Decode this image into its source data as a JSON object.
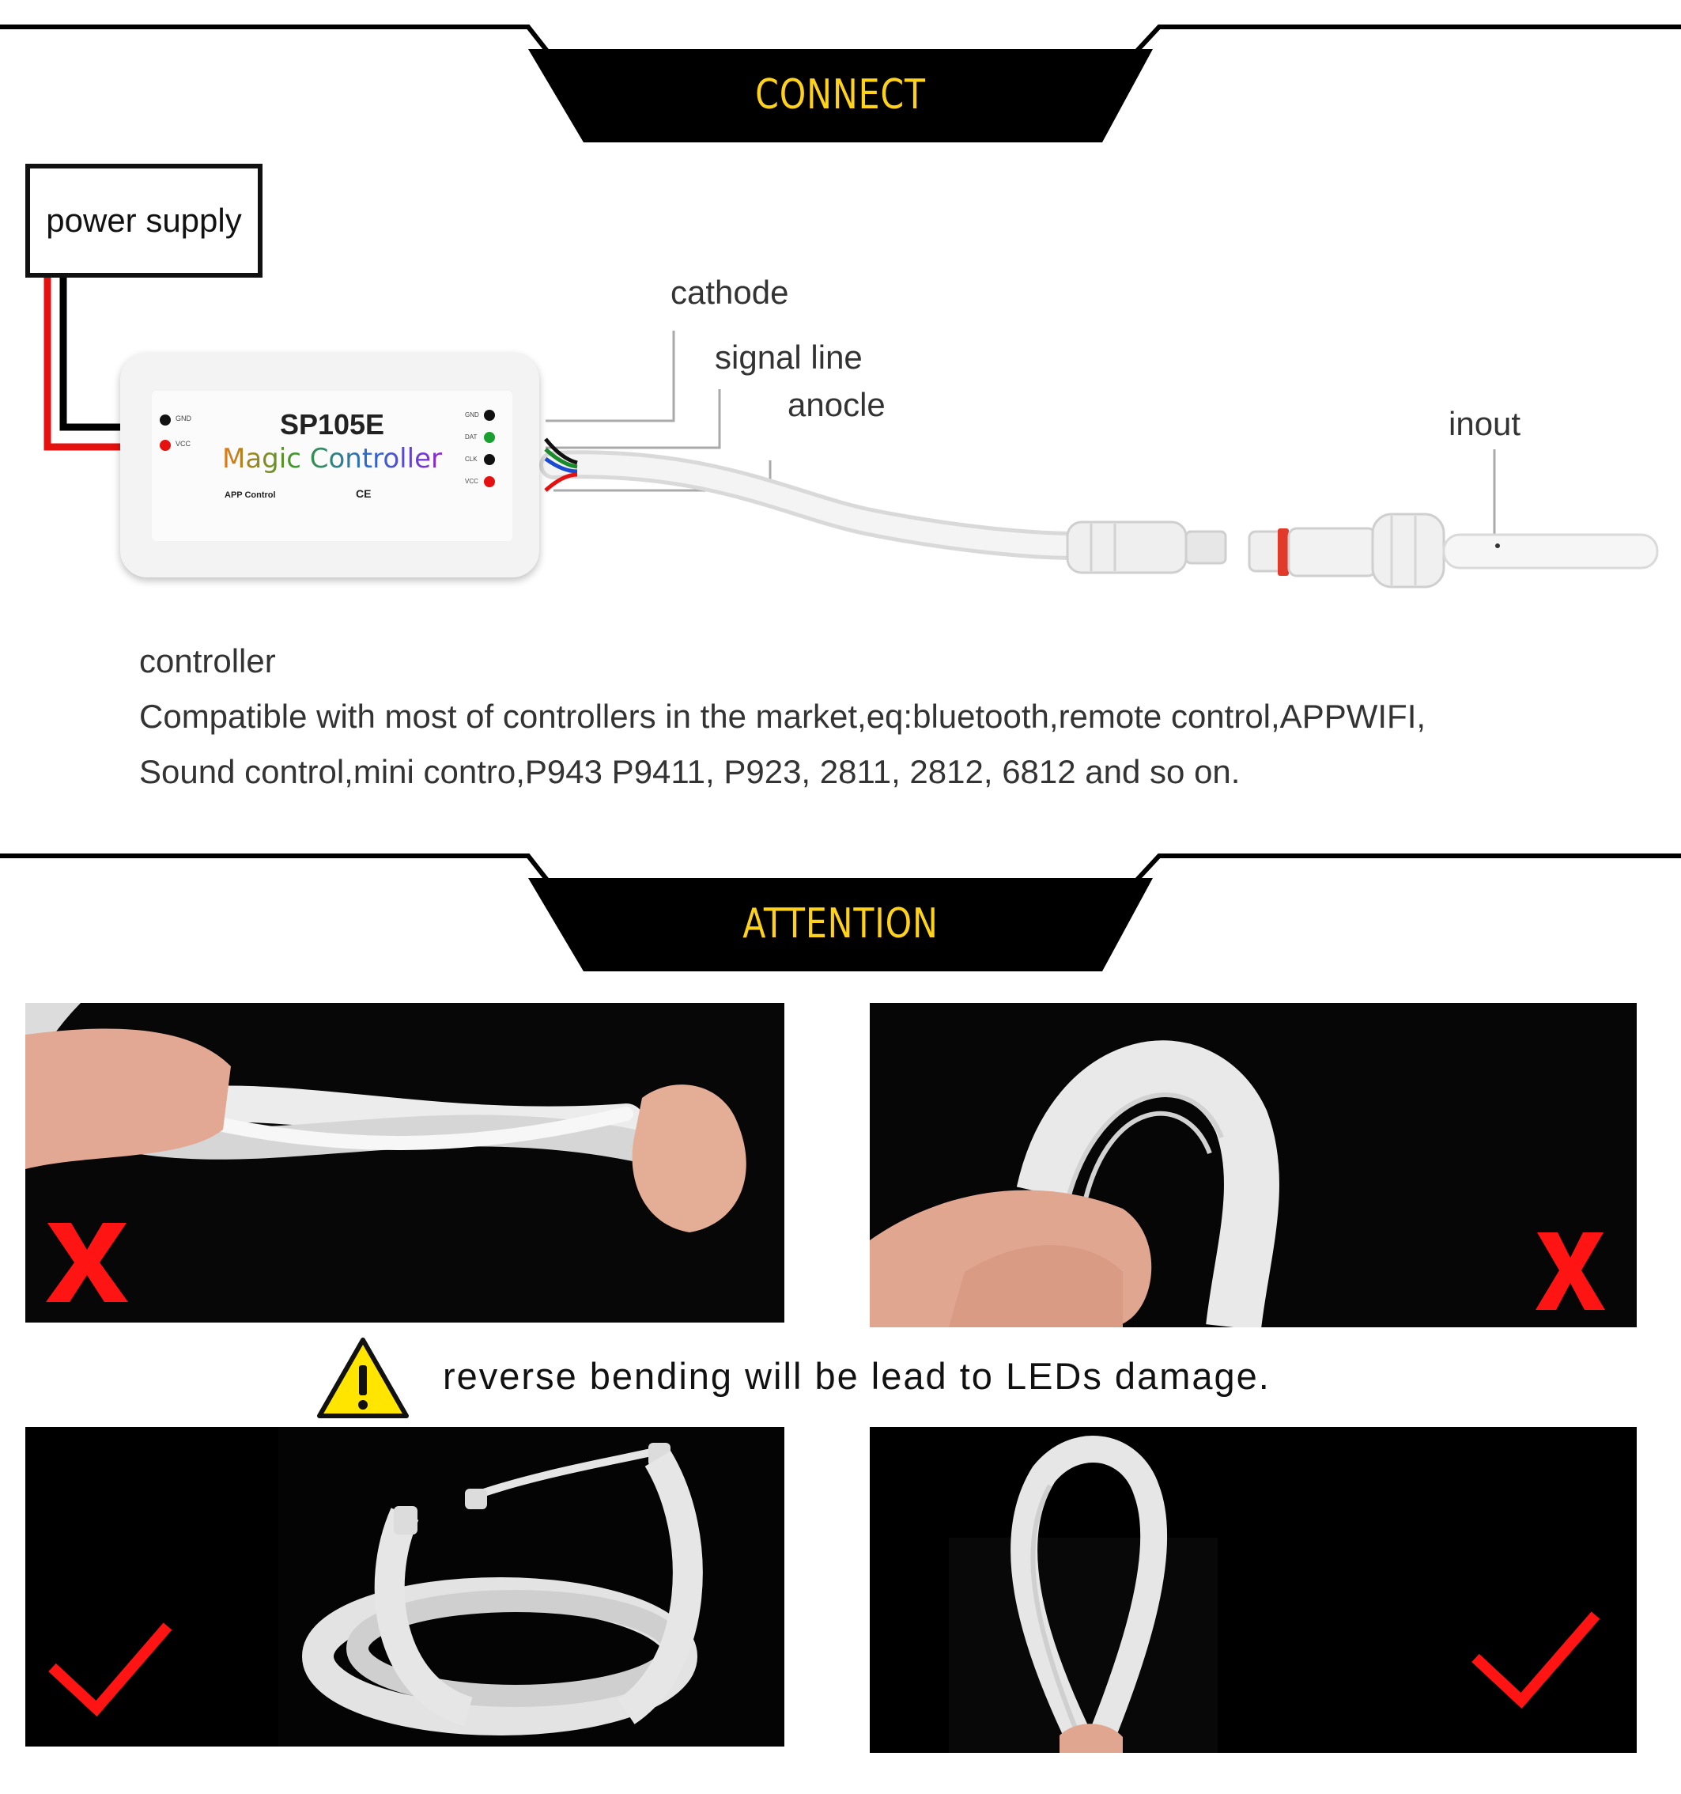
{
  "sections": {
    "connect": {
      "title": "CONNECT"
    },
    "attention": {
      "title": "ATTENTION"
    }
  },
  "diagram": {
    "power_supply": "power supply",
    "cathode": "cathode",
    "signal_line": "signal line",
    "anocle": "anocle",
    "inout": "inout",
    "controller_box": {
      "model": "SP105E",
      "name": "Magic Controller",
      "app": "APP Control",
      "marks": "CE",
      "left_pins": [
        "GND",
        "VCC"
      ],
      "right_pins": [
        "GND",
        "DAT",
        "CLK",
        "VCC"
      ]
    }
  },
  "description": {
    "heading": "controller",
    "line1": "Compatible with most of controllers in the market,eq:bluetooth,remote control,APPWIFI,",
    "line2": "Sound control,mini contro,P943 P9411, P923, 2811, 2812, 6812 and so on."
  },
  "warning": "reverse bending will be lead to LEDs damage.",
  "colors": {
    "banner": "#000000",
    "banner_text": "#ffd21a",
    "wrong_mark": "#ff1414",
    "right_mark": "#ff1414",
    "warning_sign": "#ffe500"
  },
  "icons": {
    "wrong": "cross-mark-icon",
    "right": "check-mark-icon",
    "warning": "warning-triangle-icon"
  }
}
